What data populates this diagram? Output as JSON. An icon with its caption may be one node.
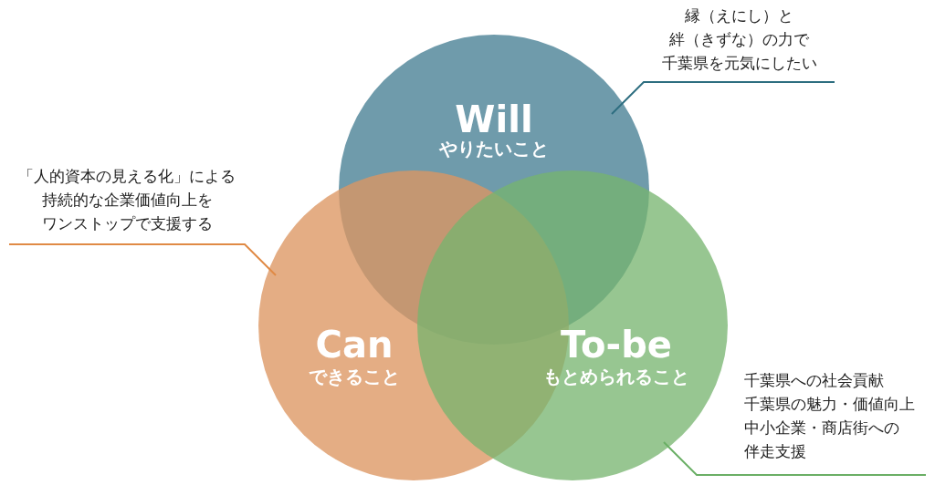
{
  "diagram": {
    "nodes": [
      {
        "text": [
          "縁（えにし）と絆（きずな）の力で千葉県を元気にしたい"
        ]
      },
      {
        "text": [
          "Will",
          "やりたいこと"
        ]
      },
      {
        "text": [
          "「人的資本の見える化」による持続的な企業価値向上をワンストップで支援する"
        ]
      },
      {
        "text": [
          "Can",
          "できること"
        ]
      },
      {
        "text": [
          "To-be",
          "もとめられること"
        ]
      },
      {
        "text": [
          "千葉県への社会貢献千葉県の魅力・価値向上中小企業・商店街への伴走支援"
        ]
      }
    ],
    "edges": [
      {
        "from": 0,
        "to": 1,
        "arrow": "none",
        "color": "#2e6e80"
      },
      {
        "from": 2,
        "to": 3,
        "arrow": "none",
        "color": "#e08a45"
      },
      {
        "from": 5,
        "to": 4,
        "arrow": "none",
        "color": "#6aaf65"
      }
    ]
  }
}
